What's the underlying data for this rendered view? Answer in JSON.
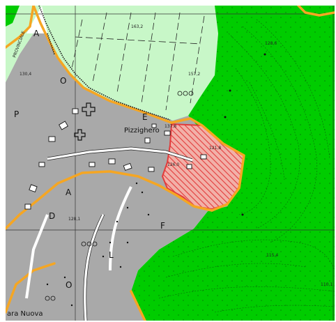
{
  "colors": {
    "urban": "#a9a9a9",
    "forest": "#00cc00",
    "meadow": "#c8f7c8",
    "boundary": "#f5a623",
    "hazard": "#e23b3b",
    "ink": "#111111"
  },
  "labels": {
    "place_main": "Pizzighero",
    "place_bottom": "ara Nuova",
    "road": "PROVINCIALE",
    "letter_a1": "A",
    "letter_o1": "O",
    "letter_p": "P",
    "letter_a2": "A",
    "letter_d": "D",
    "letter_f": "F",
    "letter_l": "L",
    "letter_o2": "O",
    "letter_e": "E"
  },
  "elevations": {
    "e1": "163,2",
    "e2": "157,2",
    "e3": "137,8",
    "e4": "126,0",
    "e5": "121,8",
    "e6": "128,1",
    "e7": "115,4",
    "e8": "110,1",
    "e9": "128,6",
    "e10": "130,4"
  }
}
